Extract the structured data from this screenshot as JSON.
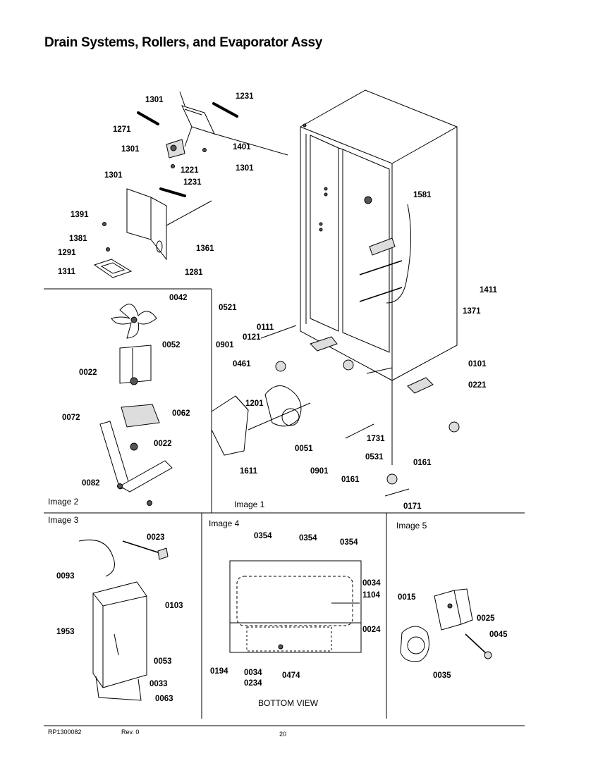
{
  "title": "Drain Systems, Rollers, and Evaporator Assy",
  "image_labels": {
    "image1": "Image 1",
    "image2": "Image 2",
    "image3": "Image 3",
    "image4": "Image 4",
    "image5": "Image 5",
    "bottom_view": "BOTTOM VIEW"
  },
  "parts_image1_top": [
    "1301",
    "1231",
    "1271",
    "1401",
    "1301",
    "1221",
    "1301",
    "1301",
    "1231",
    "1391",
    "1381",
    "1361",
    "1291",
    "1281",
    "1311"
  ],
  "parts_image1_cabinet": [
    "1581",
    "1411",
    "1371",
    "0521",
    "0111",
    "0901",
    "0121",
    "0461",
    "0101",
    "0221",
    "1201",
    "1611",
    "0051",
    "1731",
    "0901",
    "0531",
    "0161",
    "0161",
    "0171"
  ],
  "parts_image2": [
    "0042",
    "0052",
    "0022",
    "0062",
    "0072",
    "0022",
    "0082"
  ],
  "parts_image3": [
    "0023",
    "0093",
    "0103",
    "1953",
    "0053",
    "0033",
    "0063"
  ],
  "parts_image4": [
    "0354",
    "0354",
    "0354",
    "0034",
    "1104",
    "0024",
    "0194",
    "0034",
    "0234",
    "0474"
  ],
  "parts_image5": [
    "0015",
    "0025",
    "0045",
    "0035"
  ],
  "footer": {
    "doc_number": "RP1300082",
    "revision": "Rev. 0",
    "page_number": "20"
  }
}
